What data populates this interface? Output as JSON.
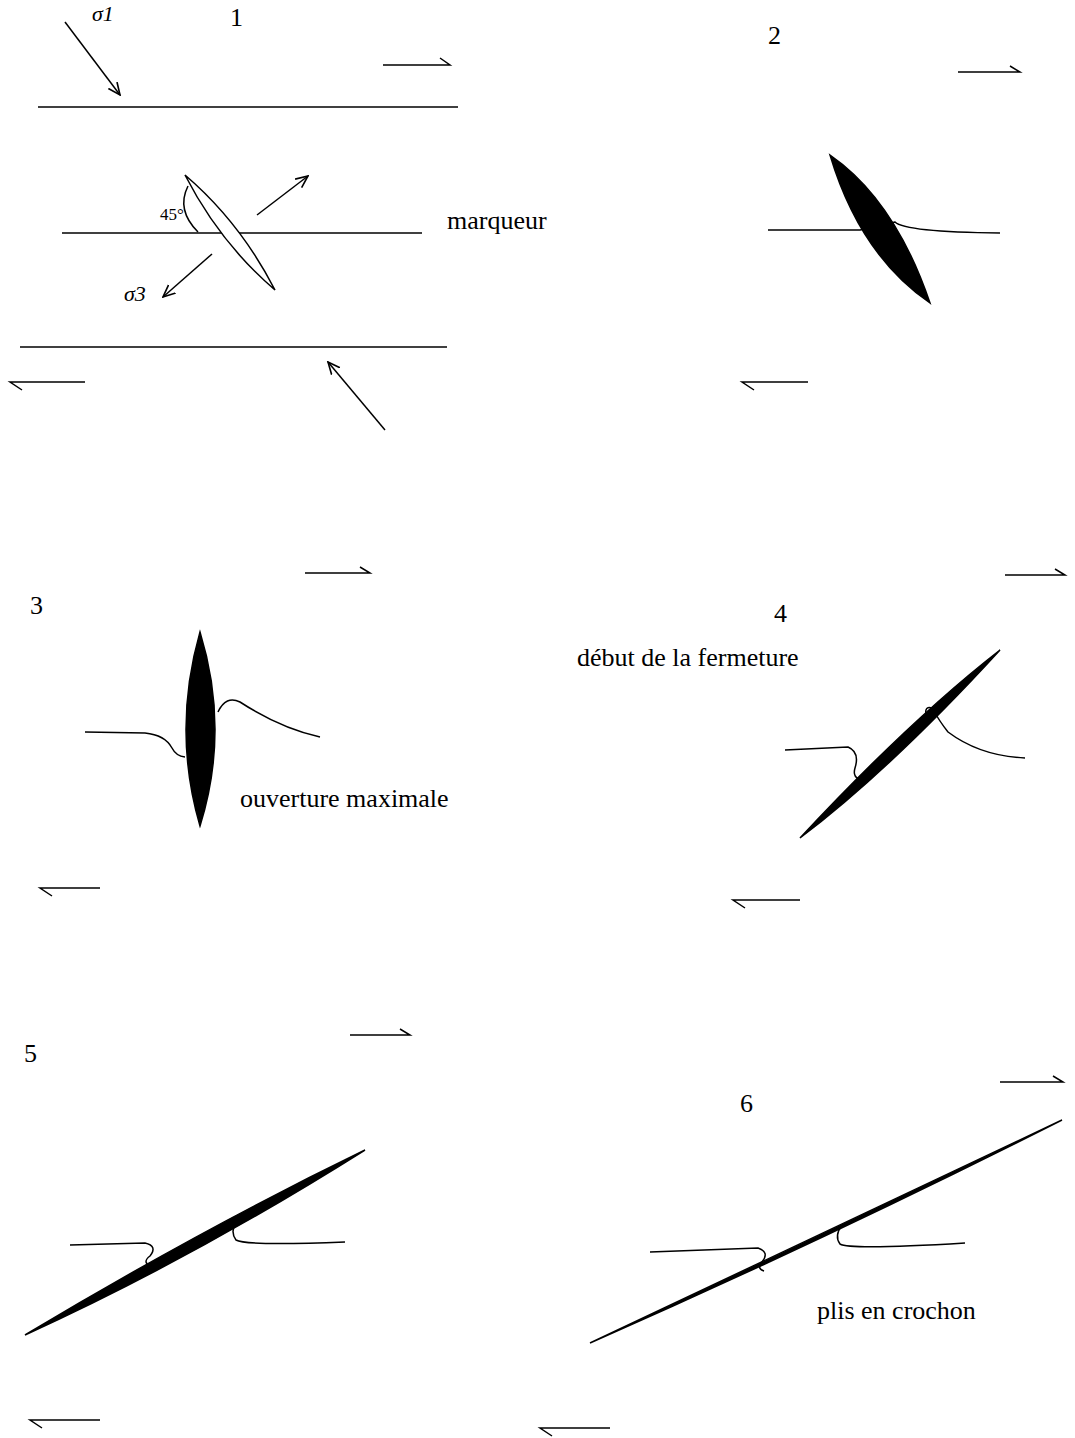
{
  "diagram": {
    "labels": [
      "1",
      "σ1",
      "45°",
      "marqueur",
      "σ3",
      "2",
      "3",
      "ouverture maximale",
      "4",
      "début de la fermeture",
      "5",
      "6",
      "plis en crochon"
    ]
  }
}
